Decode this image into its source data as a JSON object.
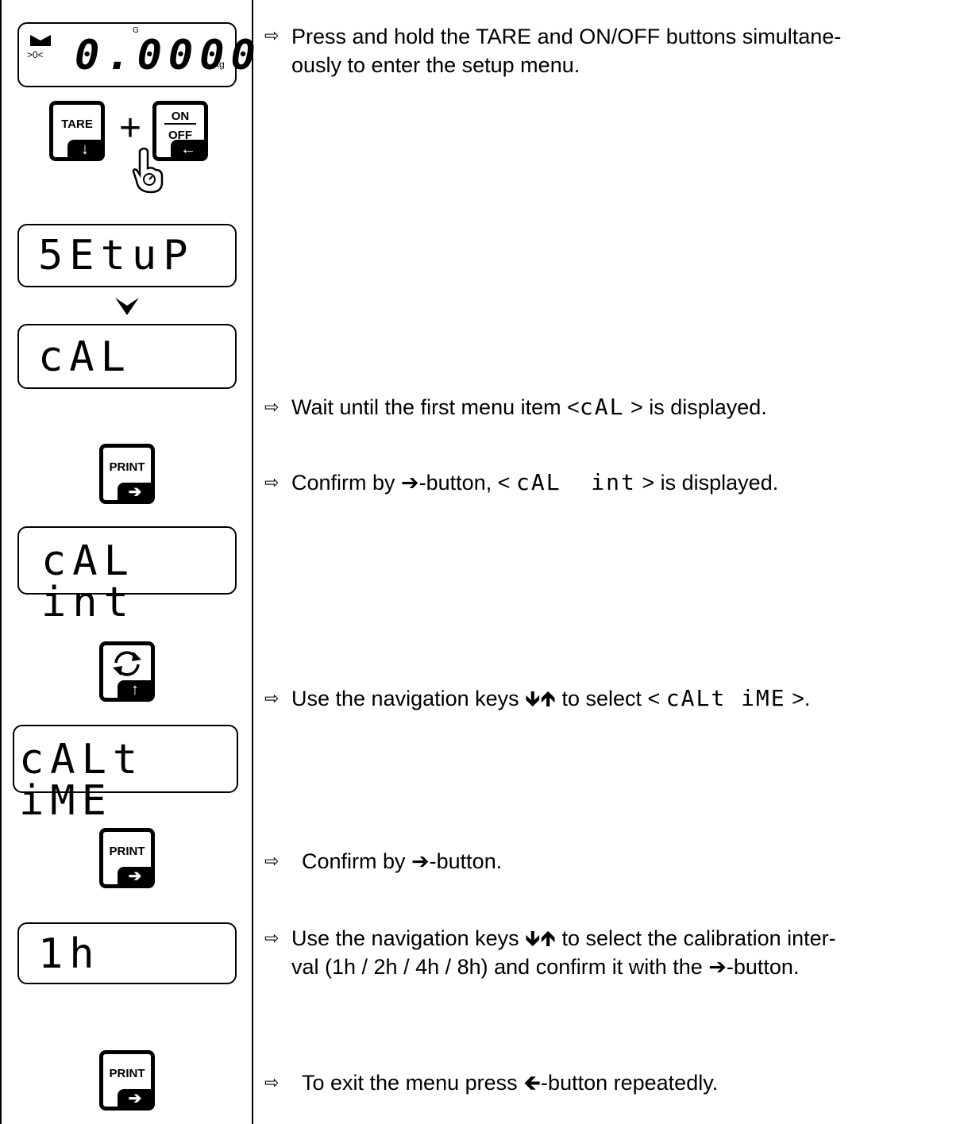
{
  "displays": {
    "weight": {
      "value": "0.0000",
      "unit": "kg",
      "g_mark": "G",
      "zero_mark": ">0<"
    },
    "setup": "5EtuP",
    "cal": "cAL",
    "cal_int": "cAL int",
    "cal_time": "cALt iME",
    "interval": "1h"
  },
  "keys": {
    "tare": "TARE",
    "on": "ON",
    "off": "OFF",
    "plus": "+",
    "print": "PRINT"
  },
  "steps": {
    "bullet": "⇨",
    "s1_l1": "Press and hold the TARE and ON/OFF buttons simultane-",
    "s1_l2": "ously to enter the setup menu.",
    "s2_a": "Wait until the first menu item <",
    "s2_seg": "cAL",
    "s2_b": " > is displayed.",
    "s3_a": "Confirm by ➔-button, < ",
    "s3_seg": "cAL  int",
    "s3_b": " > is displayed.",
    "s4_a": "Use the navigation keys ",
    "s4_arrows": "🡻🡹",
    "s4_b": " to select < ",
    "s4_seg": "cALt iME",
    "s4_c": " >.",
    "s5": "Confirm by ➔-button.",
    "s6_l1": "Use the navigation keys 🡻🡹 to select the calibration inter-",
    "s6_l2": "val (1h / 2h / 4h / 8h) and confirm it with the ➔-button.",
    "s7": "To exit the menu press 🡸-button repeatedly."
  }
}
